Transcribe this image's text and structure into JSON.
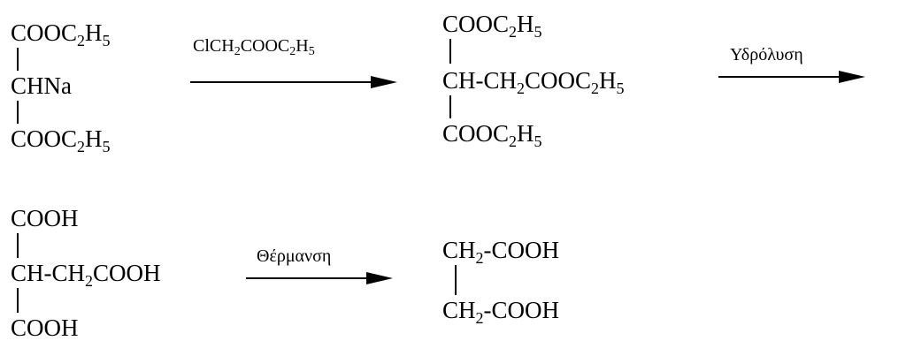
{
  "row1": {
    "reactant": {
      "top": {
        "a": "COOC",
        "s1": "2",
        "b": "H",
        "s2": "5"
      },
      "middle": "CHNa",
      "bottom": {
        "a": "COOC",
        "s1": "2",
        "b": "H",
        "s2": "5"
      }
    },
    "reagent": {
      "a": "ClCH",
      "s1": "2",
      "b": "COOC",
      "s2": "2",
      "c": "H",
      "s3": "5"
    },
    "product": {
      "top": {
        "a": "COOC",
        "s1": "2",
        "b": "H",
        "s2": "5"
      },
      "middle": {
        "a": "CH-CH",
        "s1": "2",
        "b": "COOC",
        "s2": "2",
        "c": "H",
        "s3": "5"
      },
      "bottom": {
        "a": "COOC",
        "s1": "2",
        "b": "H",
        "s2": "5"
      }
    },
    "step2_label": "Υδρόλυση"
  },
  "row2": {
    "acid": {
      "top": "COOH",
      "middle": {
        "a": "CH-CH",
        "s1": "2",
        "b": "COOH"
      },
      "bottom": "COOH"
    },
    "step3_label": "Θέρμανση",
    "final": {
      "top": {
        "a": "CH",
        "s1": "2",
        "b": "-COOH"
      },
      "bottom": {
        "a": "CH",
        "s1": "2",
        "b": "-COOH"
      }
    }
  }
}
